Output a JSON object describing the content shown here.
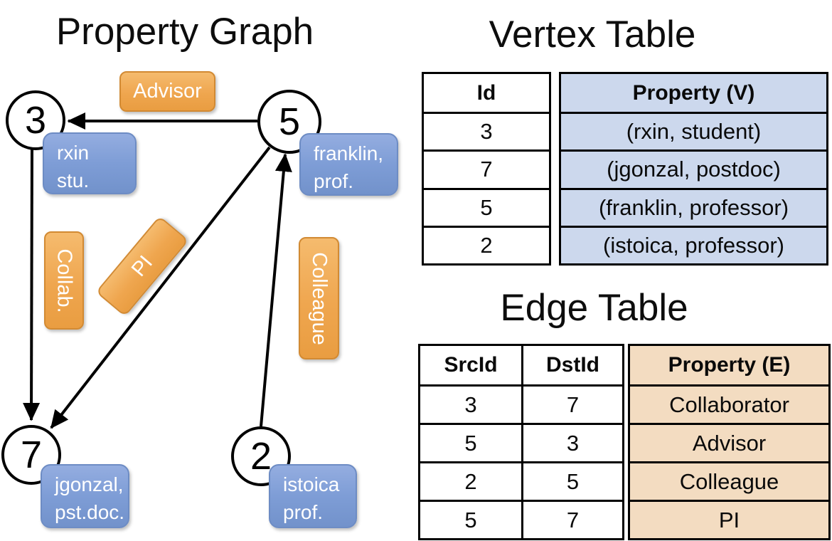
{
  "graph": {
    "title": "Property Graph",
    "nodes": [
      {
        "id": "3",
        "property_lines": [
          "rxin",
          "stu."
        ]
      },
      {
        "id": "5",
        "property_lines": [
          "franklin,",
          "prof."
        ]
      },
      {
        "id": "7",
        "property_lines": [
          "jgonzal,",
          "pst.doc."
        ]
      },
      {
        "id": "2",
        "property_lines": [
          "istoica",
          "prof."
        ]
      }
    ],
    "edges": [
      {
        "src": "5",
        "dst": "3",
        "label": "Advisor"
      },
      {
        "src": "3",
        "dst": "7",
        "label": "Collab."
      },
      {
        "src": "5",
        "dst": "7",
        "label": "PI"
      },
      {
        "src": "2",
        "dst": "5",
        "label": "Colleague"
      }
    ]
  },
  "vertex_table": {
    "title": "Vertex Table",
    "columns": [
      "Id",
      "Property (V)"
    ],
    "rows": [
      [
        "3",
        "(rxin, student)"
      ],
      [
        "7",
        "(jgonzal, postdoc)"
      ],
      [
        "5",
        "(franklin, professor)"
      ],
      [
        "2",
        "(istoica, professor)"
      ]
    ]
  },
  "edge_table": {
    "title": "Edge Table",
    "columns": [
      "SrcId",
      "DstId",
      "Property (E)"
    ],
    "rows": [
      [
        "3",
        "7",
        "Collaborator"
      ],
      [
        "5",
        "3",
        "Advisor"
      ],
      [
        "2",
        "5",
        "Colleague"
      ],
      [
        "5",
        "7",
        "PI"
      ]
    ]
  },
  "colors": {
    "edge_label_fill": "#efa64f",
    "edge_label_border": "#d28a33",
    "node_label_fill": "#7e9dd6",
    "node_label_border": "#6d8cc4",
    "vertex_property_cell": "#ccd8ed",
    "edge_property_cell": "#f3dcc1",
    "line": "#000000"
  }
}
